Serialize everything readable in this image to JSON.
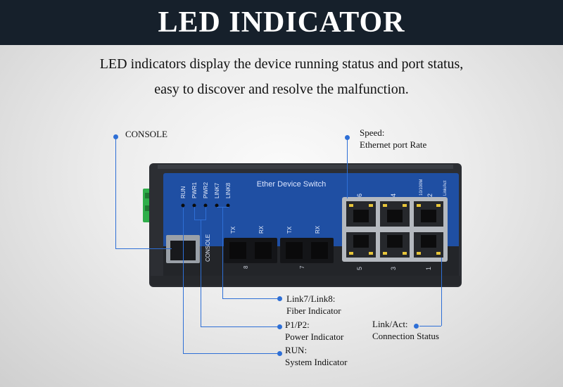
{
  "header": {
    "title": "LED INDICATOR"
  },
  "intro": {
    "line1": "LED indicators display the device running status and port status,",
    "line2": "easy to discover and resolve the malfunction."
  },
  "device": {
    "name": "Ether Device Switch",
    "led_labels": [
      "RUN",
      "PWR1",
      "PWR2",
      "LINK7",
      "LINK8"
    ],
    "console_label": "CONSOLE",
    "fiber_labels": [
      "TX",
      "RX",
      "TX",
      "RX"
    ],
    "fiber_port_numbers": [
      "8",
      "7"
    ],
    "rj45_top_numbers": [
      "6",
      "4",
      "2"
    ],
    "rj45_bottom_numbers": [
      "5",
      "3",
      "1"
    ],
    "speed_label": "10/100M",
    "link_label": "Link/Act",
    "colors": {
      "body": "#2c2e33",
      "panel": "#1f4fa3",
      "rj45_led": "#e6c43a",
      "terminal": "#2fae4a",
      "accent": "#2e6fd6"
    }
  },
  "callouts": {
    "console": "CONSOLE",
    "speed_title": "Speed:",
    "speed_desc": "Ethernet port Rate",
    "fiber_title": "Link7/Link8:",
    "fiber_desc": "Fiber Indicator",
    "power_title": "P1/P2:",
    "power_desc": "Power Indicator",
    "link_title": "Link/Act:",
    "link_desc": "Connection Status",
    "run_title": "RUN:",
    "run_desc": "System Indicator"
  }
}
